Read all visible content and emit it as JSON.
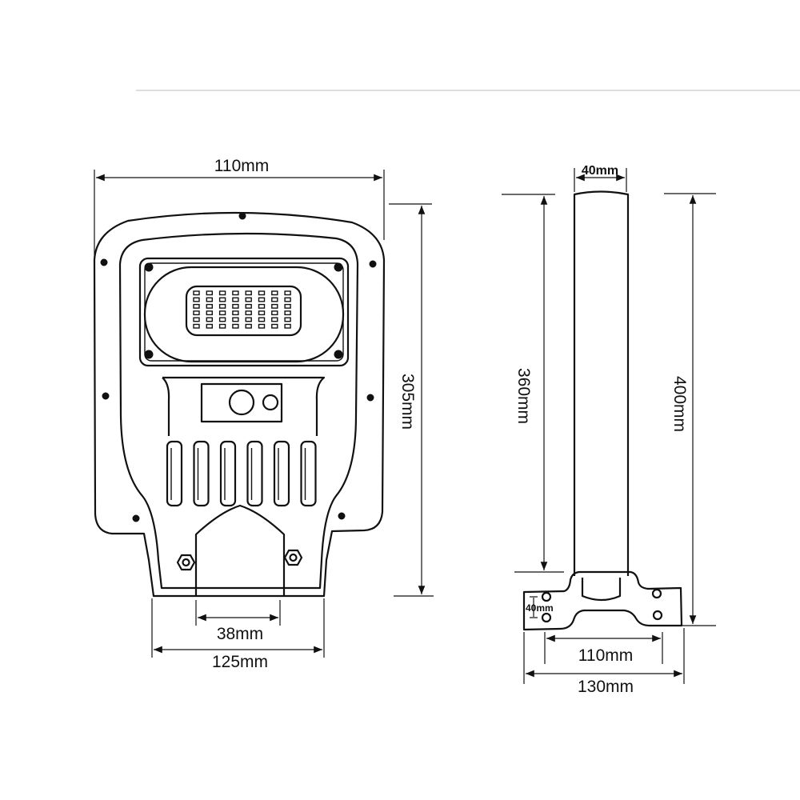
{
  "diagram": {
    "lamp": {
      "dims": {
        "top_width": "110mm",
        "height": "305mm",
        "bottom_inner": "38mm",
        "bottom_width": "125mm"
      },
      "led_grid": {
        "rows": 6,
        "cols": 8
      },
      "cooling_slots": 6
    },
    "bracket": {
      "dims": {
        "pole_diameter": "40mm",
        "pole_height": "360mm",
        "total_height": "400mm",
        "hole_spacing": "40mm",
        "hole_distance": "110mm",
        "base_width": "130mm"
      }
    }
  }
}
